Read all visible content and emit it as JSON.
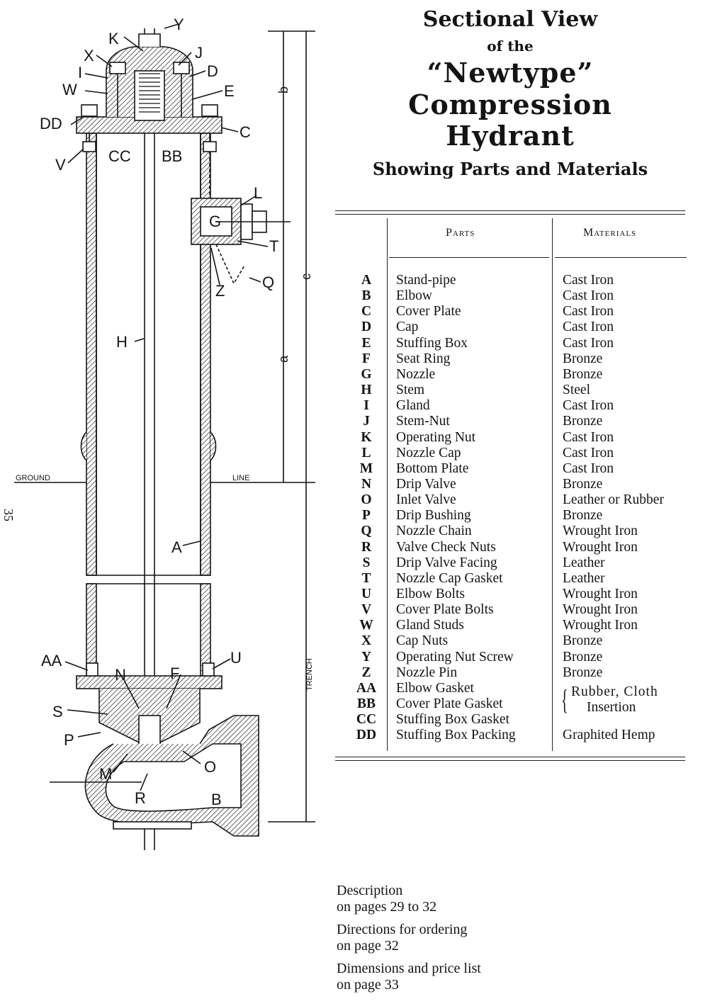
{
  "title": {
    "line1": "Sectional View",
    "line2": "of the",
    "line3": "“Newtype”",
    "line4": "Compression",
    "line5": "Hydrant",
    "line6": "Showing Parts and Materials"
  },
  "table": {
    "col_parts": "Parts",
    "col_materials": "Materials",
    "rows": [
      {
        "letter": "A",
        "part": "Stand-pipe",
        "material": "Cast Iron"
      },
      {
        "letter": "B",
        "part": "Elbow",
        "material": "Cast Iron"
      },
      {
        "letter": "C",
        "part": "Cover  Plate",
        "material": "Cast Iron"
      },
      {
        "letter": "D",
        "part": "Cap",
        "material": "Cast Iron"
      },
      {
        "letter": "E",
        "part": "Stuffing Box",
        "material": "Cast Iron"
      },
      {
        "letter": "F",
        "part": "Seat Ring",
        "material": "Bronze"
      },
      {
        "letter": "G",
        "part": "Nozzle",
        "material": "Bronze"
      },
      {
        "letter": "H",
        "part": "Stem",
        "material": "Steel"
      },
      {
        "letter": "I",
        "part": "Gland",
        "material": "Cast Iron"
      },
      {
        "letter": "J",
        "part": "Stem-Nut",
        "material": "Bronze"
      },
      {
        "letter": "K",
        "part": "Operating Nut",
        "material": "Cast Iron"
      },
      {
        "letter": "L",
        "part": "Nozzle Cap",
        "material": "Cast Iron"
      },
      {
        "letter": "M",
        "part": "Bottom Plate",
        "material": "Cast Iron"
      },
      {
        "letter": "N",
        "part": "Drip Valve",
        "material": "Bronze"
      },
      {
        "letter": "O",
        "part": "Inlet Valve",
        "material": "Leather or Rubber"
      },
      {
        "letter": "P",
        "part": "Drip Bushing",
        "material": "Bronze"
      },
      {
        "letter": "Q",
        "part": "Nozzle Chain",
        "material": "Wrought Iron"
      },
      {
        "letter": "R",
        "part": "Valve Check Nuts",
        "material": "Wrought Iron"
      },
      {
        "letter": "S",
        "part": "Drip Valve Facing",
        "material": "Leather"
      },
      {
        "letter": "T",
        "part": "Nozzle Cap Gasket",
        "material": "Leather"
      },
      {
        "letter": "U",
        "part": "Elbow Bolts",
        "material": "Wrought Iron"
      },
      {
        "letter": "V",
        "part": "Cover Plate Bolts",
        "material": "Wrought Iron"
      },
      {
        "letter": "W",
        "part": "Gland Studs",
        "material": "Wrought Iron"
      },
      {
        "letter": "X",
        "part": "Cap Nuts",
        "material": "Bronze"
      },
      {
        "letter": "Y",
        "part": "Operating Nut Screw",
        "material": "Bronze"
      },
      {
        "letter": "Z",
        "part": "Nozzle Pin",
        "material": "Bronze"
      },
      {
        "letter": "AA",
        "part": "Elbow Gasket",
        "material": ""
      },
      {
        "letter": "BB",
        "part": "Cover Plate Gasket",
        "material": ""
      },
      {
        "letter": "CC",
        "part": "Stuffing Box Gasket",
        "material": ""
      },
      {
        "letter": "DD",
        "part": "Stuffing Box Packing",
        "material": "Graphited Hemp"
      }
    ],
    "rubber_line1": "Rubber,  Cloth",
    "rubber_line2": "Insertion"
  },
  "footer": {
    "desc1": "Description",
    "desc2": "on pages 29 to 32",
    "dir1": "Directions for ordering",
    "dir2": "on page 32",
    "dim1": "Dimensions and price list",
    "dim2": "on  page 33"
  },
  "page_number": "35",
  "drawing": {
    "ground": "GROUND",
    "line": "LINE",
    "trench": "TRENCH",
    "dim_b": "b",
    "dim_c": "c",
    "dim_a": "a",
    "labels": {
      "K": "K",
      "Y": "Y",
      "X": "X",
      "J": "J",
      "I": "I",
      "D": "D",
      "W": "W",
      "E": "E",
      "DD": "DD",
      "C": "C",
      "V": "V",
      "CC": "CC",
      "BB": "BB",
      "L": "L",
      "G": "G",
      "T": "T",
      "Q": "Q",
      "Z": "Z",
      "H": "H",
      "A": "A",
      "AA": "AA",
      "U": "U",
      "N": "N",
      "F": "F",
      "S": "S",
      "P": "P",
      "M": "M",
      "O": "O",
      "R": "R",
      "B": "B"
    }
  }
}
